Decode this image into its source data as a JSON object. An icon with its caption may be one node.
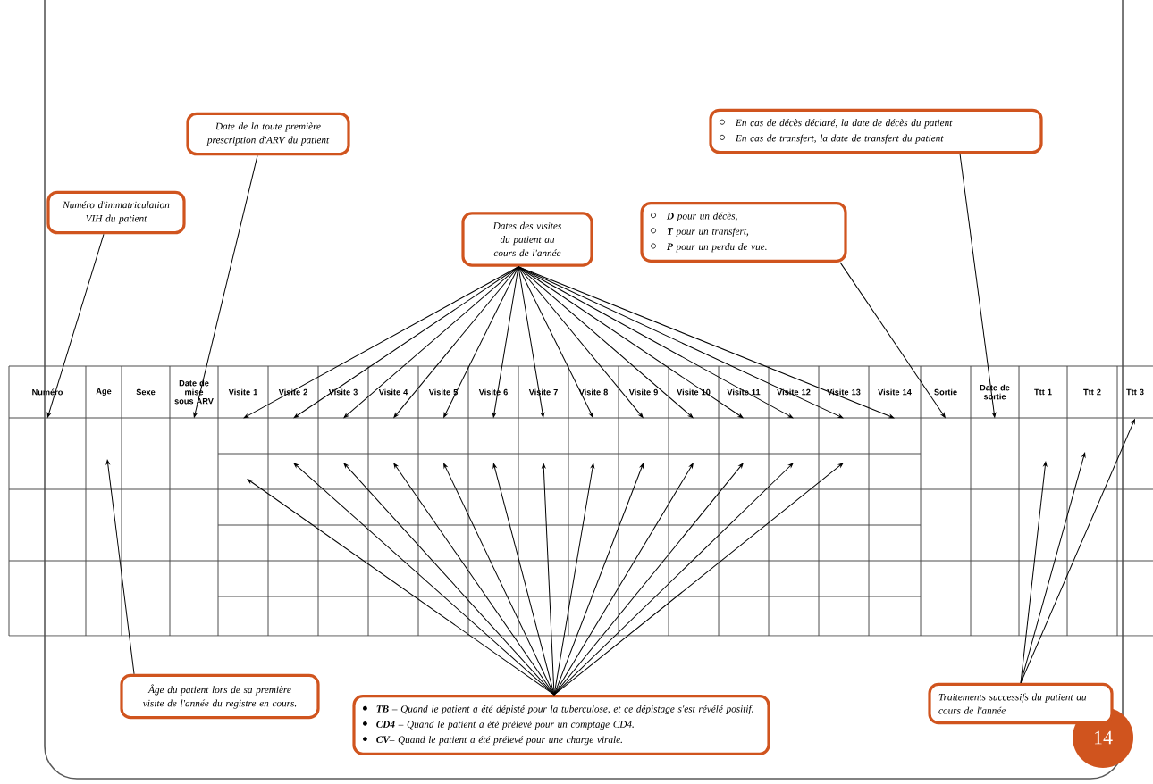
{
  "diagram": {
    "nodes": [
      {
        "text": [
          "Date de la toute première prescription d'ARV du patient"
        ]
      },
      {
        "text": [
          "En cas de décès déclaré, la date de décès du patient",
          "En cas de transfert, la date de transfert du patient"
        ]
      },
      {
        "text": [
          "Numéro d'immatriculation VIH du patient"
        ]
      },
      {
        "text": [
          "Dates des visites du patient au cours de l'année"
        ]
      },
      {
        "text": [
          "**D** pour un décès,",
          "**T** pour un transfert,",
          "**P** pour un perdu de vue."
        ]
      },
      {
        "text": [
          "Numéro"
        ]
      },
      {
        "text": [
          "Age"
        ]
      },
      {
        "text": [
          "Sexe"
        ]
      },
      {
        "text": [
          "Date de mise sous ARV"
        ]
      },
      {
        "text": [
          "Visite 1"
        ]
      },
      {
        "text": [
          "Visite 2"
        ]
      },
      {
        "text": [
          "Visite 3"
        ]
      },
      {
        "text": [
          "Visite 4"
        ]
      },
      {
        "text": [
          "Visite 5"
        ]
      },
      {
        "text": [
          "Visite 6"
        ]
      },
      {
        "text": [
          "Visite 7"
        ]
      },
      {
        "text": [
          "Visite 8"
        ]
      },
      {
        "text": [
          "Visite 9"
        ]
      },
      {
        "text": [
          "Visite 10"
        ]
      },
      {
        "text": [
          "Visite 11"
        ]
      },
      {
        "text": [
          "Visite 12"
        ]
      },
      {
        "text": [
          "Visite 13"
        ]
      },
      {
        "text": [
          "Visite 14"
        ]
      },
      {
        "text": [
          "Sortie"
        ]
      },
      {
        "text": [
          "Date de sortie"
        ]
      },
      {
        "text": [
          "Ttt 1"
        ]
      },
      {
        "text": [
          "Ttt 2"
        ]
      },
      {
        "text": [
          "Ttt 3"
        ]
      },
      {
        "text": [
          "Âge du patient lors de sa première visite de l'année du registre en cours."
        ]
      },
      {
        "text": [
          "**TB** – Quand le patient a été dépisté pour la tuberculose, et ce dépistage s'est révélé positif.",
          "**CD4** – Quand le patient a été prélevé pour un comptage CD4.",
          "**CV**– Quand le patient a été prélevé pour une charge virale."
        ]
      },
      {
        "text": [
          "Traitements successifs du patient au cours de l'année"
        ]
      }
    ],
    "edges": [
      {
        "from": 0,
        "to": 8,
        "arrow": "to"
      },
      {
        "from": 1,
        "to": 24,
        "arrow": "to"
      },
      {
        "from": 2,
        "to": 5,
        "arrow": "to"
      },
      {
        "from": 3,
        "to": 9,
        "arrow": "to"
      },
      {
        "from": 3,
        "to": 10,
        "arrow": "to"
      },
      {
        "from": 3,
        "to": 11,
        "arrow": "to"
      },
      {
        "from": 3,
        "to": 12,
        "arrow": "to"
      },
      {
        "from": 3,
        "to": 13,
        "arrow": "to"
      },
      {
        "from": 3,
        "to": 14,
        "arrow": "to"
      },
      {
        "from": 3,
        "to": 15,
        "arrow": "to"
      },
      {
        "from": 3,
        "to": 16,
        "arrow": "to"
      },
      {
        "from": 3,
        "to": 17,
        "arrow": "to"
      },
      {
        "from": 3,
        "to": 18,
        "arrow": "to"
      },
      {
        "from": 3,
        "to": 19,
        "arrow": "to"
      },
      {
        "from": 3,
        "to": 20,
        "arrow": "to"
      },
      {
        "from": 3,
        "to": 21,
        "arrow": "to"
      },
      {
        "from": 3,
        "to": 22,
        "arrow": "to"
      },
      {
        "from": 4,
        "to": 23,
        "arrow": "to"
      },
      {
        "from": 28,
        "to": null,
        "arrow": "to"
      },
      {
        "from": 29,
        "to": null,
        "arrow": "to"
      },
      {
        "from": 29,
        "to": null,
        "arrow": "to"
      },
      {
        "from": 29,
        "to": null,
        "arrow": "to"
      },
      {
        "from": 29,
        "to": null,
        "arrow": "to"
      },
      {
        "from": 29,
        "to": null,
        "arrow": "to"
      },
      {
        "from": 29,
        "to": null,
        "arrow": "to"
      },
      {
        "from": 29,
        "to": null,
        "arrow": "to"
      },
      {
        "from": 29,
        "to": null,
        "arrow": "to"
      },
      {
        "from": 29,
        "to": null,
        "arrow": "to"
      },
      {
        "from": 29,
        "to": null,
        "arrow": "to"
      },
      {
        "from": 29,
        "to": null,
        "arrow": "to"
      },
      {
        "from": 29,
        "to": null,
        "arrow": "to"
      },
      {
        "from": 29,
        "to": null,
        "arrow": "to"
      },
      {
        "from": 30,
        "to": null,
        "arrow": "to"
      },
      {
        "from": 30,
        "to": null,
        "arrow": "to"
      },
      {
        "from": 30,
        "to": 27,
        "arrow": "to"
      }
    ],
    "labels": [
      "14"
    ]
  }
}
